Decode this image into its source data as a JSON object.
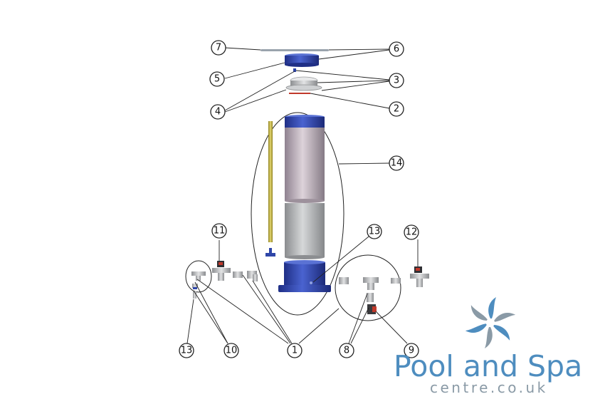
{
  "callouts": {
    "c1": "1",
    "c2": "2",
    "c3": "3",
    "c4": "4",
    "c5": "5",
    "c6": "6",
    "c7": "7",
    "c8": "8",
    "c9": "9",
    "c10": "10",
    "c11": "11",
    "c12": "12",
    "c13a": "13",
    "c13b": "13",
    "c14": "14"
  },
  "brand": {
    "name": "Pool and Spa",
    "domain": "centre.co.uk",
    "colors": {
      "primary": "#4e8dbf",
      "secondary": "#8a9aa6"
    }
  },
  "parts_colors": {
    "blue": "#2f46a8",
    "cylinder": "#b9adb6",
    "filter": "#b5b7b9",
    "rod": "#c8b84a",
    "valve_red": "#c0392b"
  }
}
